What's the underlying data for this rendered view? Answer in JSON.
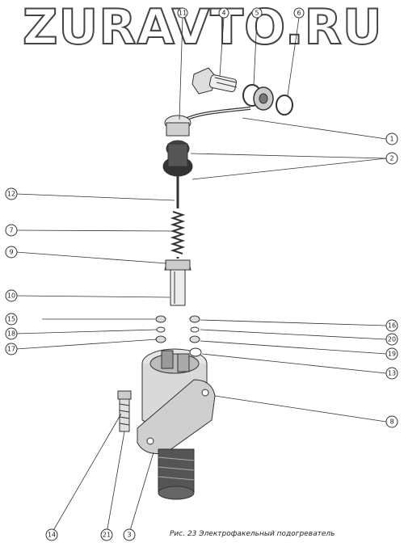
{
  "brand": {
    "text": "ZURAVTO.RU"
  },
  "caption": "Рис. 23 Электрофакельный подогреватель",
  "callouts": {
    "c1": "1",
    "c2": "2",
    "c3": "3",
    "c4": "4",
    "c5": "5",
    "c6": "6",
    "c7": "7",
    "c8": "8",
    "c9": "9",
    "c10": "10",
    "c11": "11",
    "c12": "12",
    "c13": "13",
    "c14": "14",
    "c15": "15",
    "c16": "16",
    "c17": "17",
    "c18": "18",
    "c19": "19",
    "c20": "20",
    "c21": "21"
  },
  "colors": {
    "ink": "#333333",
    "paper": "#ffffff"
  }
}
